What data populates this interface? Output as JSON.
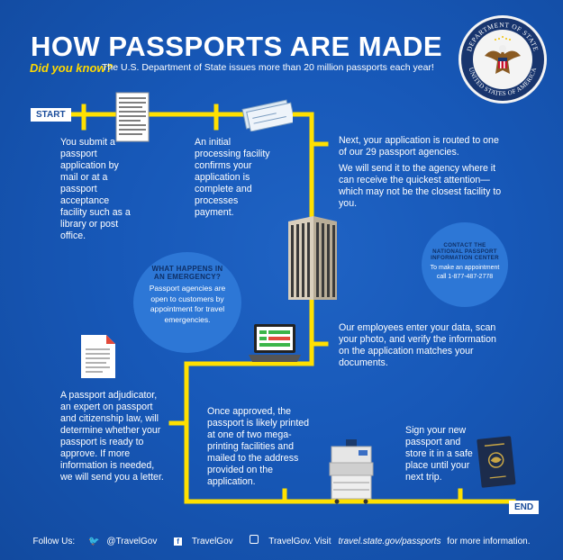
{
  "header": {
    "title": "HOW PASSPORTS ARE MADE",
    "did_you_know": "Did you know?",
    "fact": "The U.S. Department of State issues more than 20 million passports each year!"
  },
  "track": {
    "start_label": "START",
    "end_label": "END",
    "color": "#ffe000"
  },
  "steps": {
    "submit": "You submit a passport application by mail or at a passport acceptance facility such as a library or post office.",
    "processing": "An initial processing facility confirms your application is complete and processes payment.",
    "routed_1": "Next, your application is routed to one of our 29 passport agencies.",
    "routed_2": "We will send it to the agency where it can receive the quickest attention—which may not be the closest facility to you.",
    "employees": "Our employees enter your data, scan your photo, and verify the information on the application matches your documents.",
    "adjudicator": "A passport adjudicator, an expert on passport and citizenship law, will determine whether your passport is ready to approve. If more information is needed, we will send you a letter.",
    "printed": "Once approved, the passport is likely printed at one of two mega-printing facilities and mailed to the address provided on the application.",
    "sign": "Sign your new passport and store it in a safe place until your next trip."
  },
  "emergency": {
    "heading": "WHAT HAPPENS IN AN EMERGENCY?",
    "body": "Passport agencies are open to customers by appointment for travel emergencies."
  },
  "contact": {
    "heading": "CONTACT THE NATIONAL PASSPORT INFORMATION CENTER",
    "line1": "To make an appointment",
    "line2": "call 1-877-487-2778"
  },
  "seal": {
    "top_text": "DEPARTMENT OF STATE",
    "bottom_text": "UNITED STATES OF AMERICA"
  },
  "footer": {
    "follow": "Follow Us:",
    "twitter": "@TravelGov",
    "facebook": "TravelGov",
    "instagram": "TravelGov. Visit",
    "url": "travel.state.gov/passports",
    "tail": "for more information."
  },
  "colors": {
    "background": "#1758b8",
    "accent_yellow": "#ffe000",
    "bubble": "#2d77d6"
  }
}
